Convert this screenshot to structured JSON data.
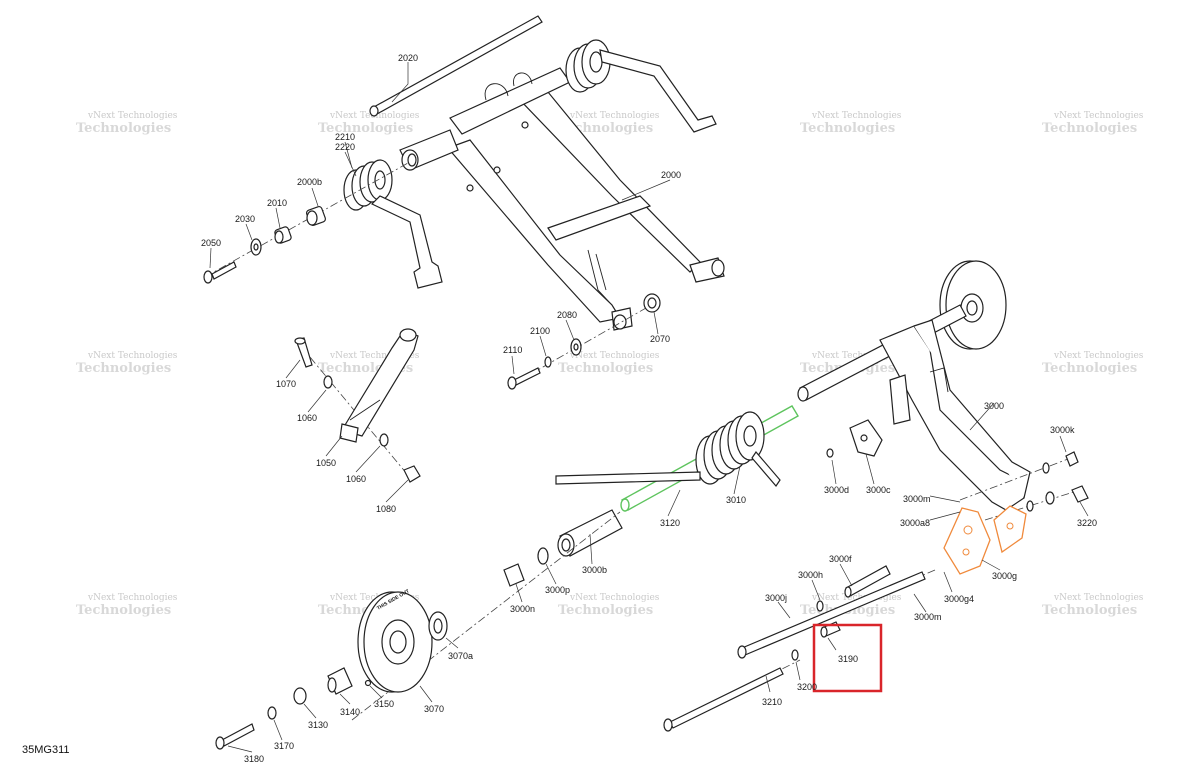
{
  "diagram_code": "35MG311",
  "watermark": {
    "line1": "vNext Technologies",
    "line2": "Technologies"
  },
  "highlight_color": "#d9252a",
  "green_part_color": "#5ec45e",
  "orange_part_color": "#f08a3c",
  "labels": {
    "p2020": "2020",
    "p2210": "2210",
    "p2220": "2220",
    "p2000b": "2000b",
    "p2010": "2010",
    "p2030": "2030",
    "p2050": "2050",
    "p2000": "2000",
    "p2080": "2080",
    "p2100": "2100",
    "p2110": "2110",
    "p2070": "2070",
    "p1070": "1070",
    "p1060a": "1060",
    "p1050": "1050",
    "p1060b": "1060",
    "p1080": "1080",
    "p3000": "3000",
    "p3000k": "3000k",
    "p3000d": "3000d",
    "p3000c": "3000c",
    "p3000m1": "3000m",
    "p3000a8": "3000a8",
    "p3220": "3220",
    "p3010": "3010",
    "p3120": "3120",
    "p3000b": "3000b",
    "p3000p": "3000p",
    "p3000n": "3000n",
    "p3000f": "3000f",
    "p3000h": "3000h",
    "p3000j": "3000j",
    "p3000g": "3000g",
    "p3000g4": "3000g4",
    "p3000m2": "3000m",
    "p3190": "3190",
    "p3200": "3200",
    "p3210": "3210",
    "p3070a": "3070a",
    "p3150": "3150",
    "p3140": "3140",
    "p3070": "3070",
    "p3130": "3130",
    "p3170": "3170",
    "p3180": "3180"
  },
  "wheel_text": "THIS SIDE OUT"
}
